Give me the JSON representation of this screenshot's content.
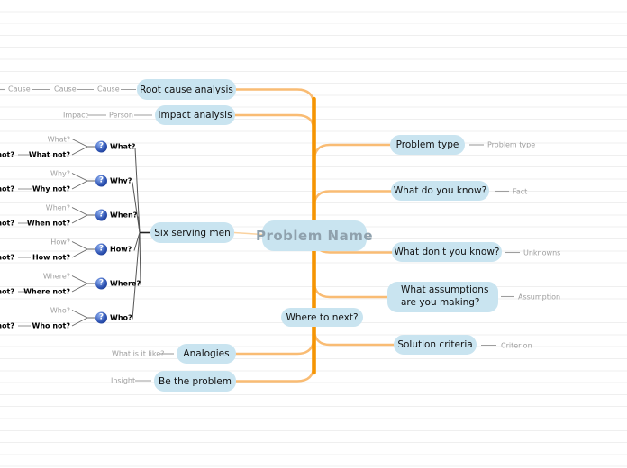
{
  "root": {
    "label": "Problem Name"
  },
  "branches": {
    "root_cause": {
      "label": "Root cause analysis",
      "chain": [
        "Cause",
        "Cause",
        "Cause"
      ]
    },
    "impact": {
      "label": "Impact analysis",
      "chain": [
        "Person",
        "Impact"
      ]
    },
    "six_men": {
      "label": "Six serving men",
      "items": [
        {
          "q": "What?",
          "child": "What?",
          "child_not": "What not?",
          "clipped": "What not?"
        },
        {
          "q": "Why?",
          "child": "Why?",
          "child_not": "Why not?",
          "clipped": "Why not?"
        },
        {
          "q": "When?",
          "child": "When?",
          "child_not": "When not?",
          "clipped": "When not?"
        },
        {
          "q": "How?",
          "child": "How?",
          "child_not": "How not?",
          "clipped": "How not?"
        },
        {
          "q": "Where?",
          "child": "Where?",
          "child_not": "Where not?",
          "clipped": "Where not?"
        },
        {
          "q": "Who?",
          "child": "Who?",
          "child_not": "Who not?",
          "clipped": "Who not?"
        }
      ]
    },
    "analogies": {
      "label": "Analogies",
      "child": "What is it like?"
    },
    "be_problem": {
      "label": "Be the problem",
      "child": "Insight"
    },
    "problem_type": {
      "label": "Problem type",
      "detail": "Problem type"
    },
    "know": {
      "label": "What do you know?",
      "detail": "Fact"
    },
    "dont_know": {
      "label": "What don't you know?",
      "detail": "Unknowns"
    },
    "assumptions": {
      "label": "What assumptions are you making?",
      "detail": "Assumption"
    },
    "where_next": {
      "label": "Where to next?"
    },
    "solution": {
      "label": "Solution criteria",
      "detail": "Criterion"
    }
  },
  "icons": {
    "question_badge": "?"
  },
  "colors": {
    "trunk": "#F59504",
    "branch_curve": "#F9BC74",
    "bubble_fill": "#C9E4F0",
    "root_text": "#8FA1AD",
    "gray_text": "#9E9E9E",
    "dark_text": "#000000",
    "question_icon": "#2B50B0",
    "ruled_line": "#EFEFEF"
  }
}
